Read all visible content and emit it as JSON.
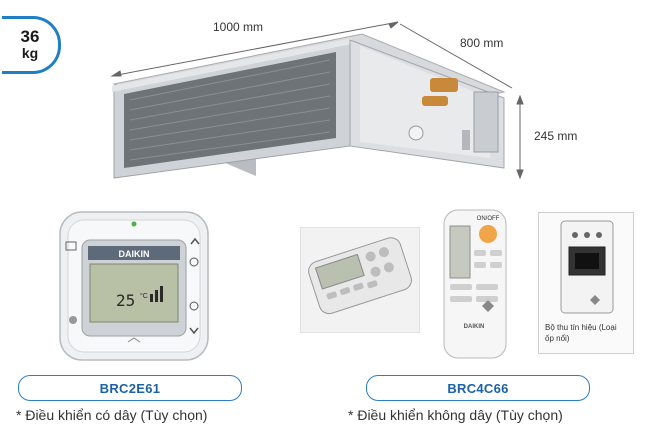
{
  "weight": {
    "value": "36",
    "unit": "kg"
  },
  "dimensions": {
    "width": "1000 mm",
    "depth": "800 mm",
    "height": "245 mm"
  },
  "wired_controller": {
    "brand": "DAIKIN",
    "display_temp": "25",
    "display_unit": "°C",
    "model": "BRC2E61",
    "caption": "* Điều khiển có dây (Tùy chọn)"
  },
  "wireless_controller": {
    "button_label": "ON/OFF",
    "brand": "DAIKIN",
    "receiver_label": "Bộ thu tín hiệu (Loại ốp nổi)",
    "model": "BRC4C66",
    "caption": "* Điều khiển không dây (Tùy chọn)"
  },
  "colors": {
    "accent": "#1f7fc4",
    "pill_text": "#1c62a8"
  }
}
